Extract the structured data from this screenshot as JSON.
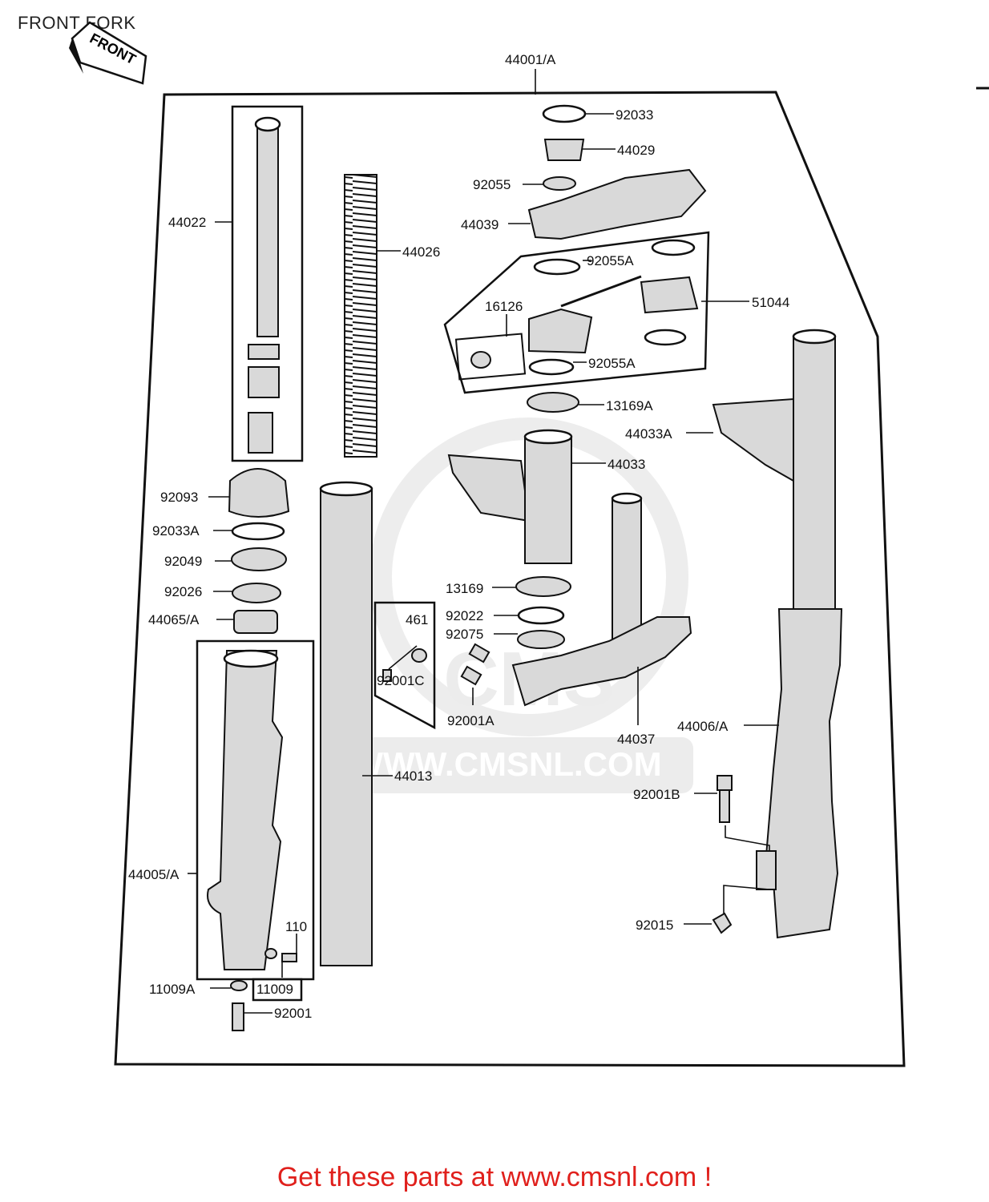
{
  "title": "FRONT FORK",
  "footer": "Get these parts at www.cmsnl.com !",
  "watermark": "WWW.CMSNL.COM",
  "watermark_logo": "CMS",
  "front_arrow": "FRONT",
  "labels": {
    "l44001A": "44001/A",
    "l92033": "92033",
    "l44029": "44029",
    "l92055": "92055",
    "l44039": "44039",
    "l44022": "44022",
    "l44026": "44026",
    "l92055A_1": "92055A",
    "l51044": "51044",
    "l16126": "16126",
    "l92055A_2": "92055A",
    "l13169A": "13169A",
    "l44033A": "44033A",
    "l44033": "44033",
    "l92093": "92093",
    "l92033A": "92033A",
    "l92049": "92049",
    "l92026": "92026",
    "l44065A": "44065/A",
    "l13169": "13169",
    "l461": "461",
    "l92022": "92022",
    "l92075": "92075",
    "l92001C": "92001C",
    "l92001A": "92001A",
    "l44037": "44037",
    "l44006A": "44006/A",
    "l44013": "44013",
    "l92001B": "92001B",
    "l44005A": "44005/A",
    "l110": "110",
    "l92015": "92015",
    "l11009A": "11009A",
    "l11009": "11009",
    "l92001": "92001"
  }
}
